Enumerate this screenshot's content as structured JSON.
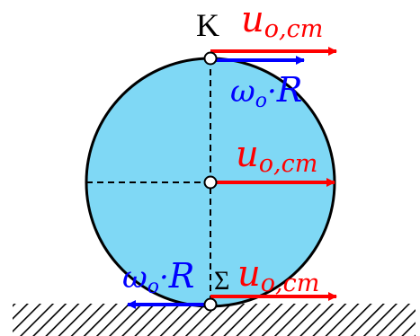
{
  "colors": {
    "disk_fill": "#7fd8f5",
    "outline": "#000000",
    "red": "#ff0000",
    "blue": "#0000ff",
    "hatch": "#000000",
    "point_fill": "#ffffff"
  },
  "points": {
    "top": "K",
    "bottom": "Σ"
  },
  "labels": {
    "u_sym": "u",
    "u_sub": "o,cm",
    "omega_sym": "ω",
    "omega_sub": "o",
    "omega_dot": "·",
    "radius_sym": "R"
  }
}
